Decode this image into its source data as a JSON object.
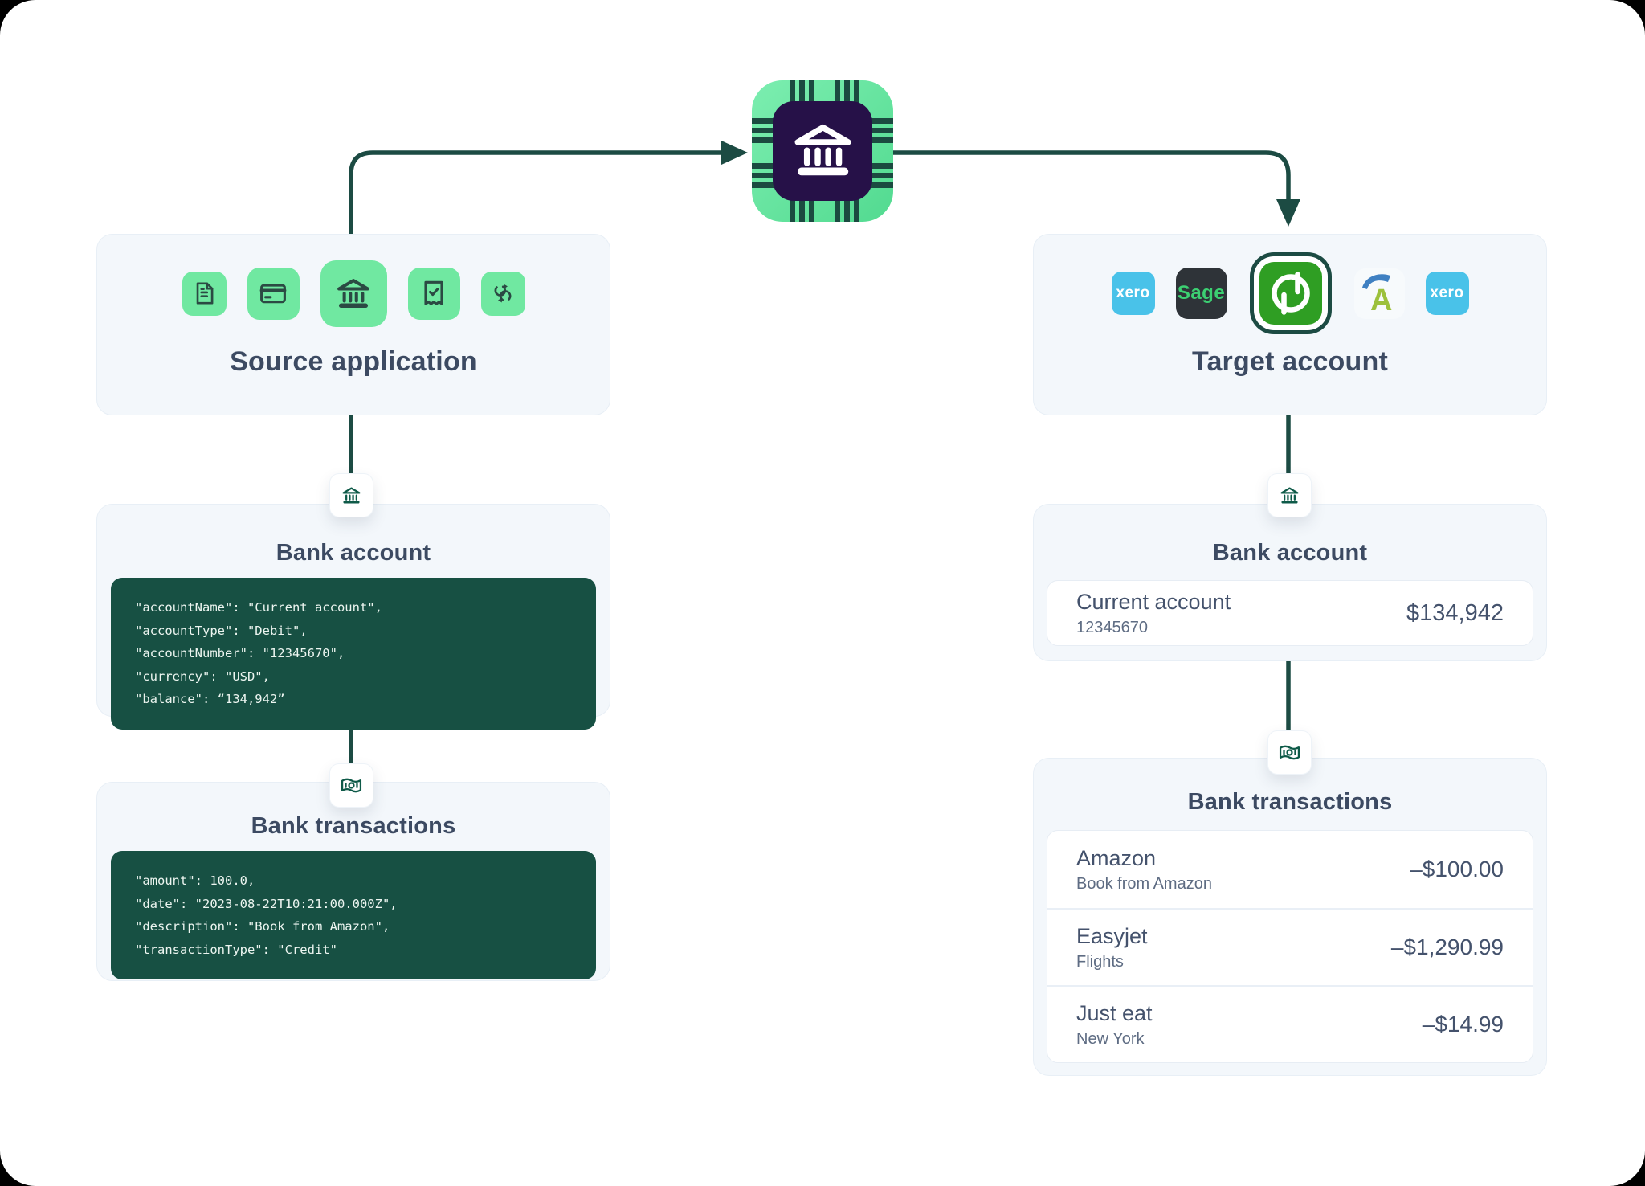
{
  "hub": {
    "icon": "bank-chip-icon"
  },
  "source_panel": {
    "title": "Source application",
    "icons": [
      "file-icon",
      "credit-card-icon",
      "bank-icon",
      "receipt-check-icon",
      "sync-icon"
    ]
  },
  "target_panel": {
    "title": "Target account",
    "apps": [
      {
        "name": "xero",
        "label": "xero"
      },
      {
        "name": "sage",
        "label": "Sage"
      },
      {
        "name": "quickbooks",
        "label": "qb",
        "selected": true
      },
      {
        "name": "freeagent",
        "label": "A"
      },
      {
        "name": "xero",
        "label": "xero"
      }
    ]
  },
  "left_bank_account": {
    "title": "Bank account",
    "code_lines": [
      "\"accountName\": \"Current account\",",
      "\"accountType\": \"Debit\",",
      "\"accountNumber\": \"12345670\",",
      "\"currency\": \"USD\",",
      "\"balance\": “134,942”"
    ]
  },
  "left_bank_transactions": {
    "title": "Bank transactions",
    "code_lines": [
      "\"amount\": 100.0,",
      "\"date\": \"2023-08-22T10:21:00.000Z\",",
      "\"description\": \"Book from Amazon\",",
      "\"transactionType\": \"Credit\""
    ]
  },
  "right_bank_account": {
    "title": "Bank account",
    "account": {
      "name": "Current account",
      "number": "12345670",
      "balance": "$134,942"
    }
  },
  "right_bank_transactions": {
    "title": "Bank transactions",
    "rows": [
      {
        "name": "Amazon",
        "description": "Book from Amazon",
        "amount": "–$100.00"
      },
      {
        "name": "Easyjet",
        "description": "Flights",
        "amount": "–$1,290.99"
      },
      {
        "name": "Just eat",
        "description": "New York",
        "amount": "–$14.99"
      }
    ]
  },
  "colors": {
    "wire": "#1c4b43",
    "tile_green": "#70e8a1",
    "code_bg": "#175043",
    "chip_inner": "#261148",
    "panel_bg": "#f3f7fb",
    "title": "#3c4a62",
    "xero_blue": "#49c2e9",
    "sage_dark": "#2e3338",
    "sage_green": "#3cd072",
    "quickbooks_green": "#2f9e23"
  }
}
